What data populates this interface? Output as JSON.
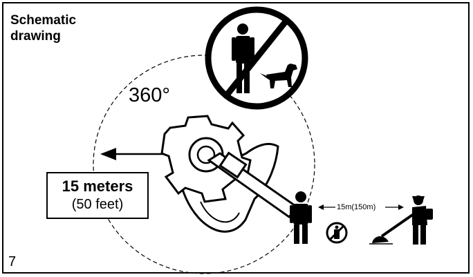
{
  "figure": {
    "title": "Schematic\ndrawing",
    "angle_label": "360°",
    "distance_main": "15 meters",
    "distance_sub": "(50 feet)",
    "separation_label": "15m(150m)",
    "page_number": "7"
  },
  "icons": {
    "prohibition": "no-people-or-animals-icon",
    "trimmer": "brush-cutter-icon",
    "person": "bystander-icon",
    "small_prohibition": "no-person-icon",
    "operator": "operator-with-trimmer-icon"
  },
  "colors": {
    "ink": "#000000",
    "paper": "#ffffff"
  }
}
